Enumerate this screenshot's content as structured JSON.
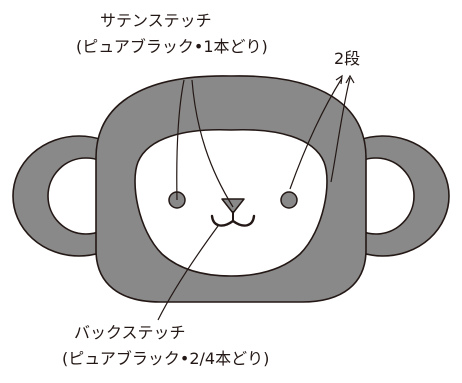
{
  "labels": {
    "satin_stitch_line1": "サテンステッチ",
    "satin_stitch_line2": "(ピュアブラック•1本どり)",
    "rows": "2段",
    "back_stitch_line1": "バックステッチ",
    "back_stitch_line2": "(ピュアブラック•2/4本どり)"
  },
  "colors": {
    "outline": "#231815",
    "fill_gray": "#898989",
    "face_white": "#ffffff"
  }
}
